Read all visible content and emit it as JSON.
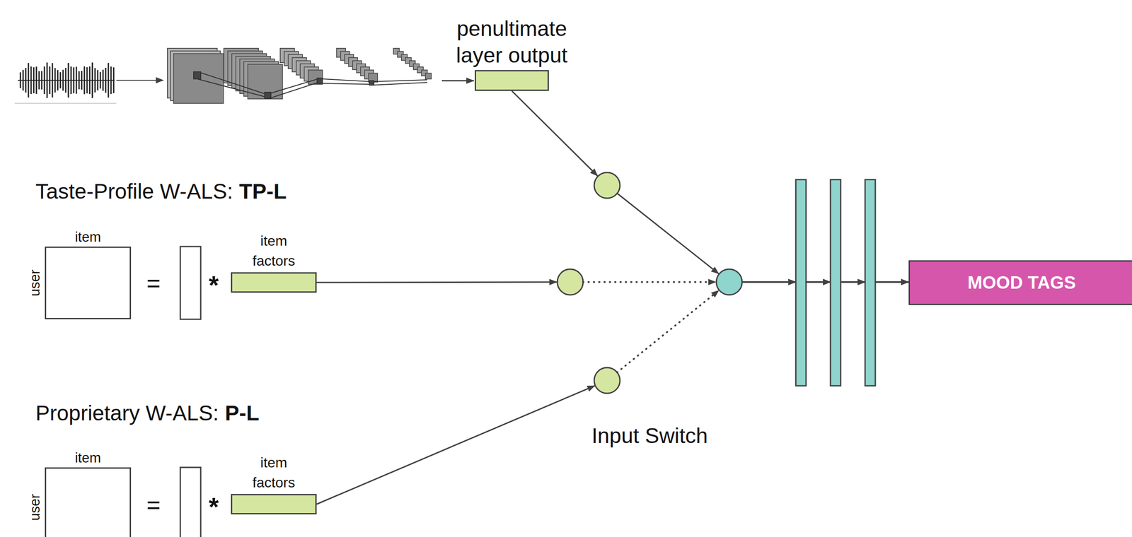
{
  "diagram": {
    "nodes": [
      {
        "text": [
          "penultimate layer output"
        ]
      },
      {
        "text": [
          "item",
          "user"
        ]
      },
      {
        "text": [
          "item factors"
        ]
      },
      {
        "text": [
          "item",
          "user"
        ]
      },
      {
        "text": [
          "item factors"
        ]
      },
      {
        "text": [
          "MOOD TAGS"
        ]
      }
    ],
    "edges": [
      {
        "from": 0,
        "to": 5,
        "arrow": "to"
      },
      {
        "from": 2,
        "to": 5,
        "arrow": "to"
      },
      {
        "from": 4,
        "to": 5,
        "arrow": "to"
      }
    ],
    "labels": [
      "Taste-Profile W-ALS:",
      "TP-L",
      "=",
      "*",
      "Proprietary W-ALS:",
      "P-L",
      "=",
      "*",
      "Input Switch"
    ]
  }
}
